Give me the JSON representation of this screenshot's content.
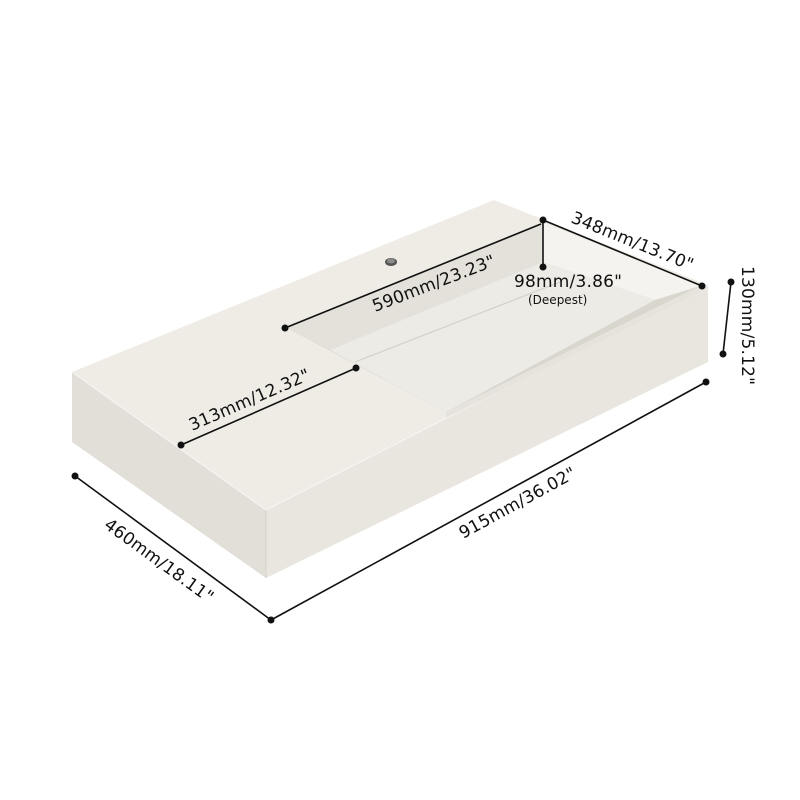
{
  "product": {
    "body_color": "#ece9e2",
    "shade_color": "#dedbd3",
    "inner_color": "#e6e3dc",
    "line_color": "#111111"
  },
  "dimensions": {
    "length": "915mm/36.02\"",
    "width": "460mm/18.11\"",
    "height": "130mm/5.12\"",
    "basin_length": "590mm/23.23\"",
    "basin_width": "348mm/13.70\"",
    "shelf_width": "313mm/12.32\"",
    "depth": "98mm/3.86\"",
    "depth_note": "(Deepest)"
  }
}
